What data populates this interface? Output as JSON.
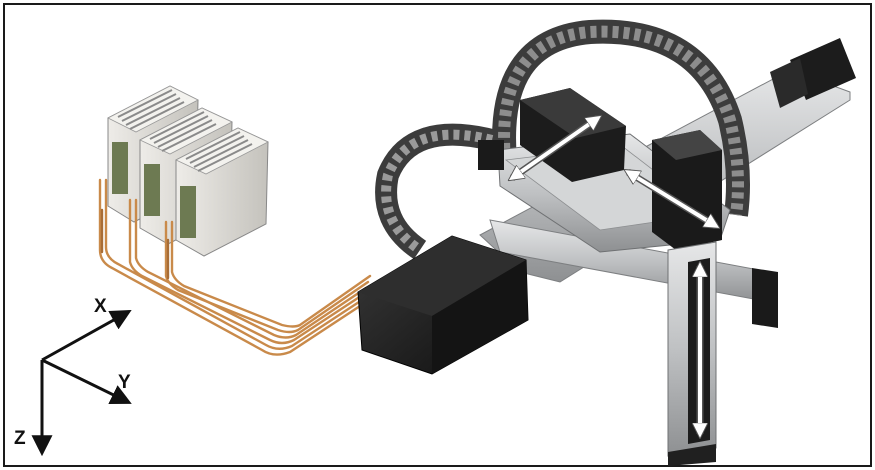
{
  "axes": {
    "x_label": "X",
    "y_label": "Y",
    "z_label": "Z"
  },
  "colors": {
    "frame": "#1a1a1a",
    "rail": "#c9cbcc",
    "carriage": "#1c1c1c",
    "chain": "#5b5b5b",
    "cable": "#c98a4a",
    "drive_casing": "#d7d5d0",
    "arrow": "#ffffff"
  },
  "icons": {
    "gantry": "xyz-gantry-robot-icon",
    "drives": "servo-drive-unit-icon",
    "motor": "servo-motor-icon",
    "cable": "cable-bundle-icon",
    "cable_chain": "cable-chain-icon",
    "motion_arrow": "double-arrow-icon"
  }
}
